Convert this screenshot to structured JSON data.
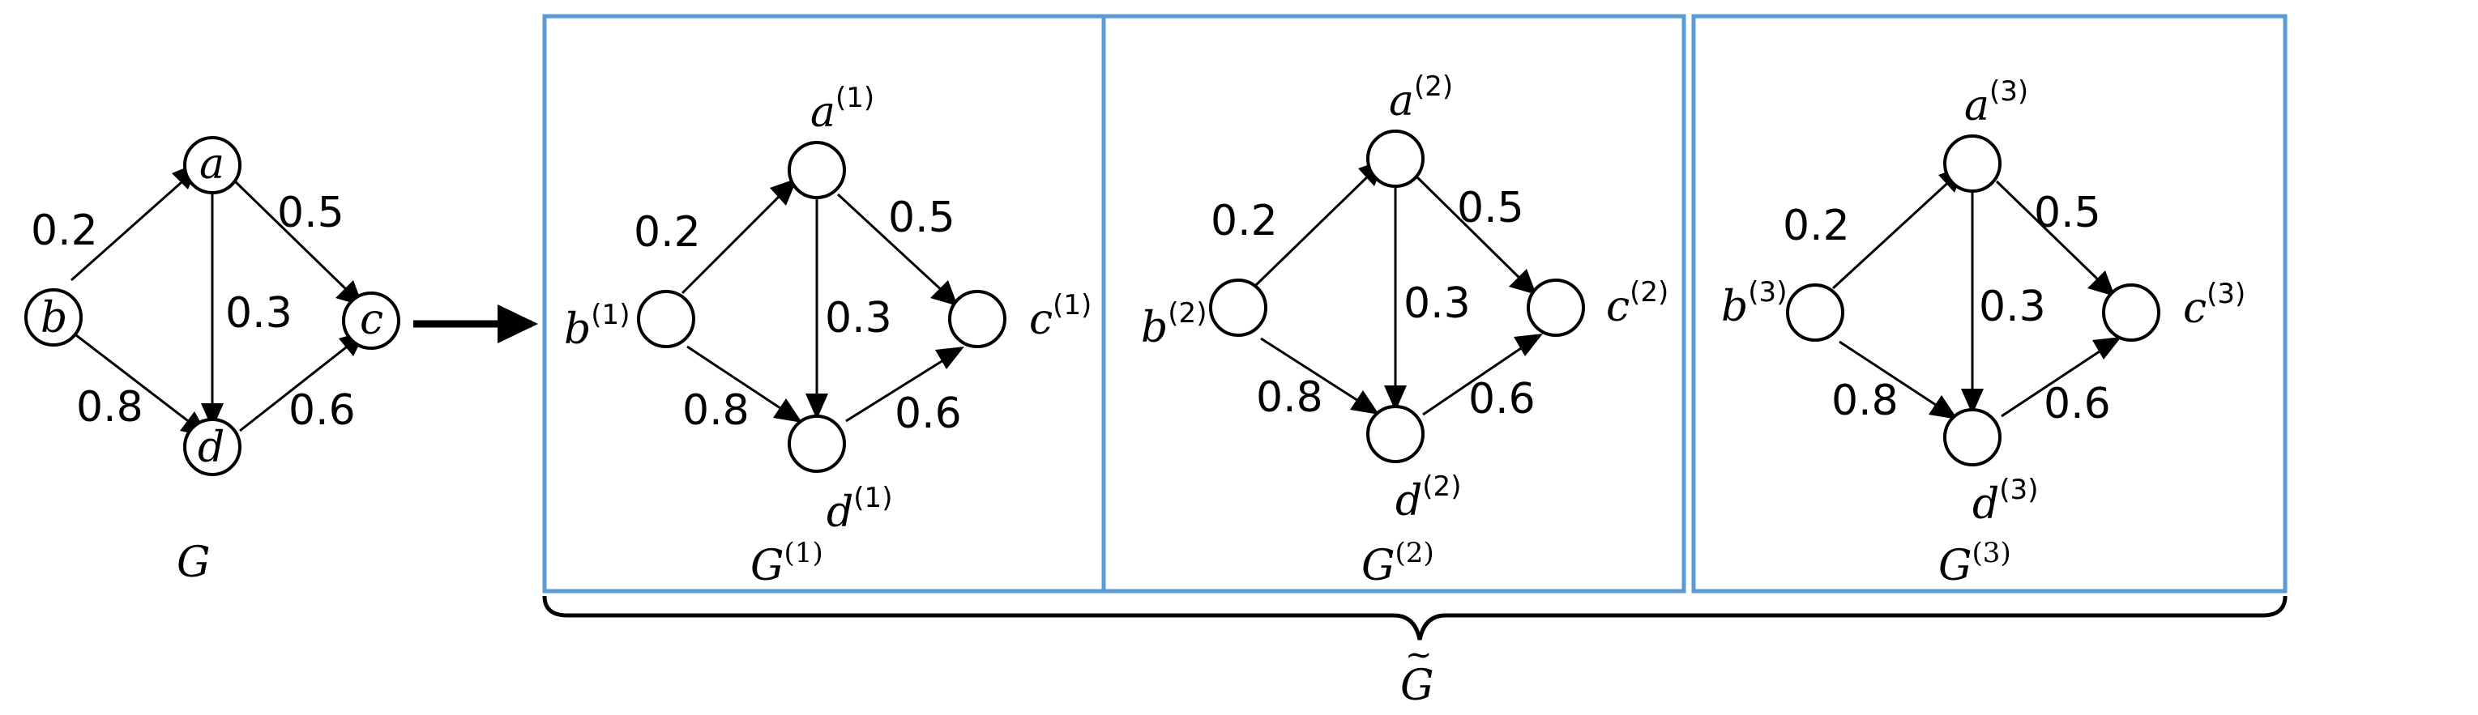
{
  "colors": {
    "box_stroke": "#5b9bd5",
    "ink": "#000000",
    "background": "#ffffff"
  },
  "original": {
    "graph_label": "G",
    "nodes": {
      "a": "a",
      "b": "b",
      "c": "c",
      "d": "d"
    },
    "edges": [
      {
        "from": "b",
        "to": "a",
        "weight": "0.2"
      },
      {
        "from": "a",
        "to": "c",
        "weight": "0.5"
      },
      {
        "from": "a",
        "to": "d",
        "weight": "0.3"
      },
      {
        "from": "b",
        "to": "d",
        "weight": "0.8"
      },
      {
        "from": "d",
        "to": "c",
        "weight": "0.6"
      }
    ]
  },
  "copies": [
    {
      "graph_label": "G",
      "graph_sup": "(1)",
      "nodes": {
        "a": "a",
        "b": "b",
        "c": "c",
        "d": "d"
      },
      "node_sup": "(1)",
      "weights": {
        "ba": "0.2",
        "ac": "0.5",
        "ad": "0.3",
        "bd": "0.8",
        "dc": "0.6"
      }
    },
    {
      "graph_label": "G",
      "graph_sup": "(2)",
      "nodes": {
        "a": "a",
        "b": "b",
        "c": "c",
        "d": "d"
      },
      "node_sup": "(2)",
      "weights": {
        "ba": "0.2",
        "ac": "0.5",
        "ad": "0.3",
        "bd": "0.8",
        "dc": "0.6"
      }
    },
    {
      "graph_label": "G",
      "graph_sup": "(3)",
      "nodes": {
        "a": "a",
        "b": "b",
        "c": "c",
        "d": "d"
      },
      "node_sup": "(3)",
      "weights": {
        "ba": "0.2",
        "ac": "0.5",
        "ad": "0.3",
        "bd": "0.8",
        "dc": "0.6"
      }
    }
  ],
  "combined_label": "G",
  "combined_accent": "~"
}
